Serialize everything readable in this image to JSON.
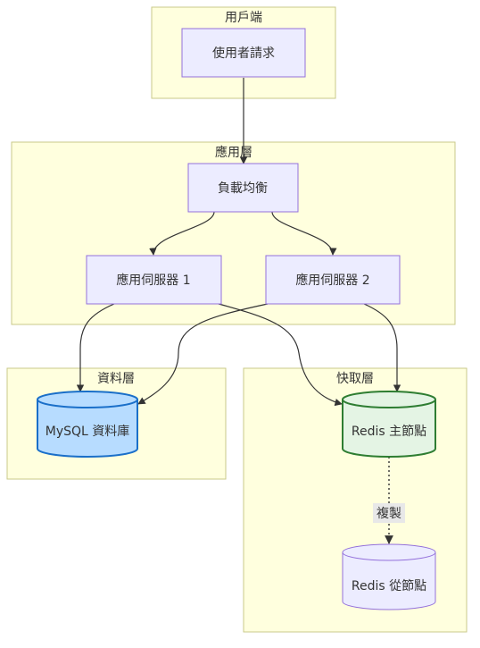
{
  "clusters": {
    "client": {
      "label": "用戶端"
    },
    "app": {
      "label": "應用層"
    },
    "data": {
      "label": "資料層"
    },
    "cache": {
      "label": "快取層"
    }
  },
  "nodes": {
    "user_request": {
      "label": "使用者請求"
    },
    "load_balancer": {
      "label": "負載均衡"
    },
    "app_server_1": {
      "label": "應用伺服器 1"
    },
    "app_server_2": {
      "label": "應用伺服器 2"
    },
    "mysql": {
      "label": "MySQL 資料庫",
      "fill": "#b7dcff",
      "stroke": "#1a6fc9"
    },
    "redis_master": {
      "label": "Redis 主節點",
      "fill": "#e4f4e4",
      "stroke": "#2e7d32"
    },
    "redis_slave": {
      "label": "Redis 從節點",
      "fill": "#ececff",
      "stroke": "#9370db"
    }
  },
  "edges": {
    "replication": {
      "label": "複製"
    }
  },
  "colors": {
    "cluster_fill": "#ffffde",
    "cluster_stroke": "#c9c98a",
    "node_fill": "#ececff",
    "node_stroke": "#9370db",
    "edge": "#333333"
  }
}
